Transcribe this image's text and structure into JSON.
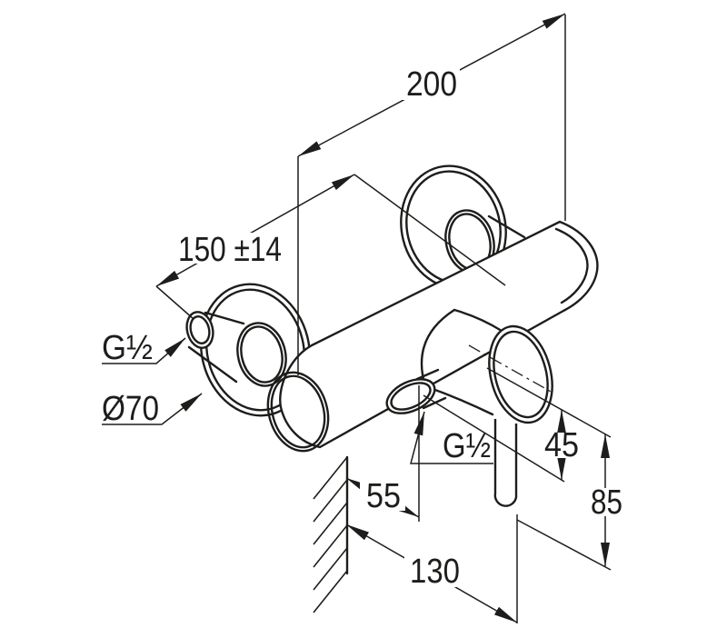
{
  "drawing": {
    "kind": "shower-mixer-installation-dimensions",
    "labels": {
      "overall_width": "200",
      "inlet_spacing": "150 ±14",
      "inlet_thread": "G½",
      "rosette_diameter": "Ø70",
      "outlet_thread": "G½",
      "outlet_drop": "45",
      "wall_to_outlet": "55",
      "handle_drop": "85",
      "wall_to_handle_end": "130"
    },
    "colors": {
      "line": "#1d1d1b",
      "background": "#ffffff"
    }
  }
}
